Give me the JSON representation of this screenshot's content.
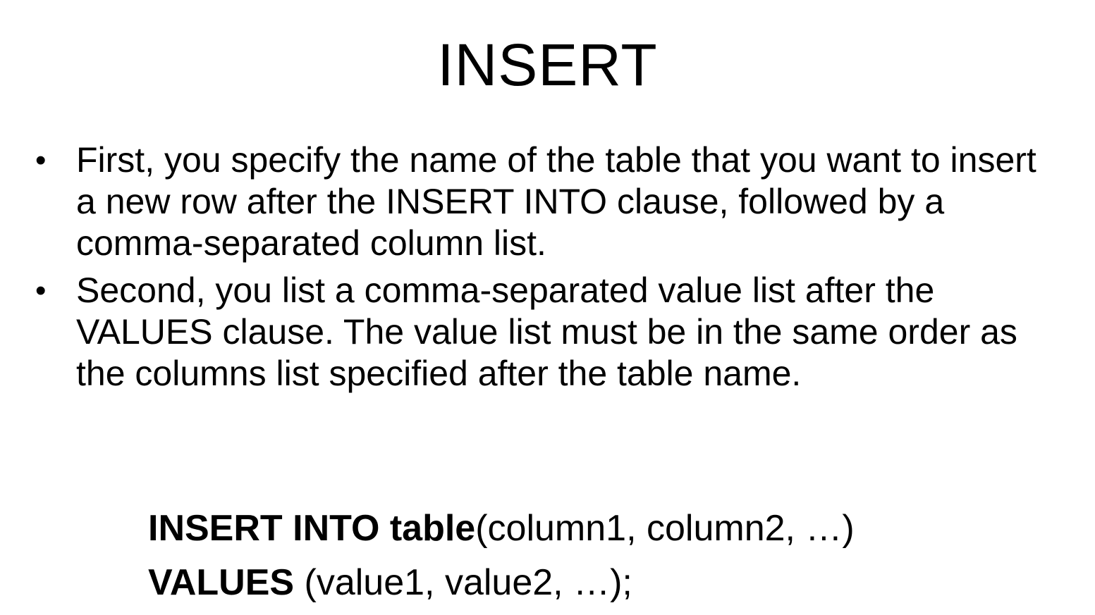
{
  "slide": {
    "title": "INSERT",
    "bullets": [
      {
        "text": "First, you specify the name of the table that you want to insert a new row after the INSERT INTO clause, followed by a comma-separated column list."
      },
      {
        "text": "Second, you list a comma-separated value list after the VALUES clause. The value list must be in the same order as the columns list specified after the table name."
      }
    ],
    "bullet_glyph": "•",
    "syntax": {
      "line1_keyword": "INSERT INTO table",
      "line1_rest": "(column1, column2, …)",
      "line2_keyword": "VALUES",
      "line2_rest": " (value1, value2, …);"
    }
  },
  "colors": {
    "background": "#ffffff",
    "text": "#000000"
  }
}
